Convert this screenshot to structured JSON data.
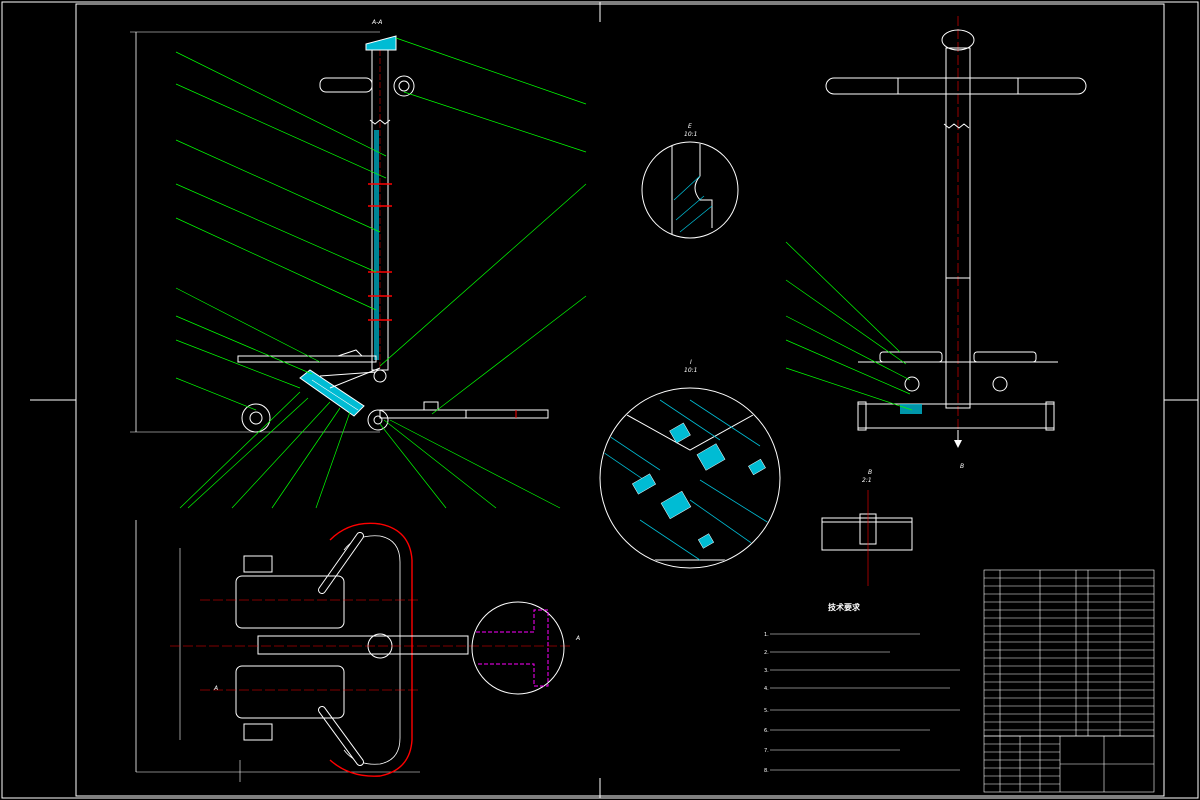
{
  "section_marks": {
    "main": "A-A",
    "detail_top": "E",
    "detail_top_scale": "10:1",
    "detail_bottom": "I",
    "detail_bottom_scale": "10:1",
    "view_b": "B",
    "view_b_scale": "2:1",
    "b_arrow": "B",
    "a_arrow_right": "A",
    "a_arrow_left": "A"
  },
  "notes_title": "技术要求",
  "notes": [
    "1.",
    "2.",
    "3.",
    "4.",
    "5.",
    "6.",
    "7.",
    "8."
  ],
  "colors": {
    "background": "#000000",
    "outline": "#ffffff",
    "leader": "#00ff00",
    "centerline": "#ff0000",
    "hatch": "#00ffff",
    "hidden": "#ff00ff"
  }
}
